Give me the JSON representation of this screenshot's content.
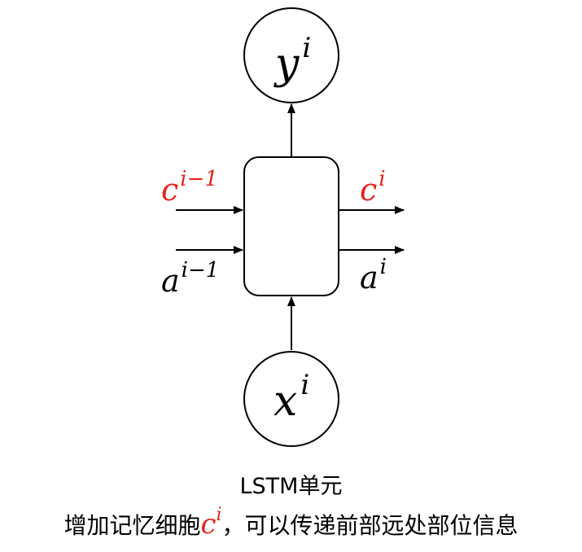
{
  "nodes": {
    "output": {
      "base": "y",
      "sup": "i"
    },
    "input": {
      "base": "x",
      "sup": "i"
    }
  },
  "labels": {
    "cell_in": {
      "base": "c",
      "sup": "i−1",
      "color": "#e3241b"
    },
    "act_in": {
      "base": "a",
      "sup": "i−1",
      "color": "#000000"
    },
    "cell_out": {
      "base": "c",
      "sup": "i",
      "color": "#e3241b"
    },
    "act_out": {
      "base": "a",
      "sup": "i",
      "color": "#000000"
    }
  },
  "caption": {
    "title": "LSTM单元",
    "text_before": "增加记忆细胞",
    "symbol_base": "c",
    "symbol_sup": "i",
    "text_after": "，可以传递前部远处部位信息",
    "highlight_color": "#e3241b"
  }
}
